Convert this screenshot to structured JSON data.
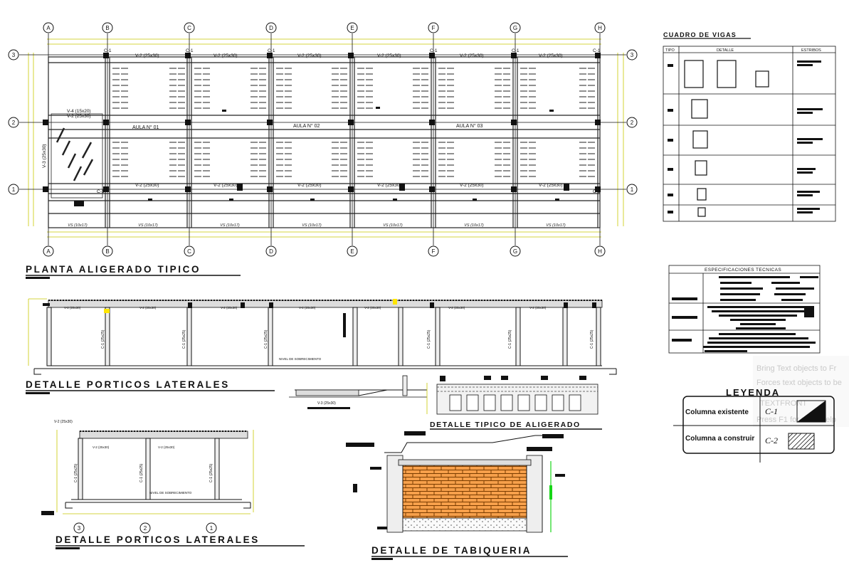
{
  "sheet_titles": {
    "plan": "PLANTA ALIGERADO TIPICO",
    "lateral_frames": "DETALLE PORTICOS LATERALES",
    "lateral_frames_2": "DETALLE PORTICOS LATERALES",
    "slab_detail": "DETALLE TIPICO DE ALIGERADO",
    "partition_detail": "DETALLE DE TABIQUERIA",
    "beam_schedule": "CUADRO DE VIGAS"
  },
  "grid": {
    "letters": [
      "A",
      "B",
      "C",
      "D",
      "E",
      "F",
      "G",
      "H"
    ],
    "numbers": [
      "3",
      "2",
      "1"
    ],
    "frame_axes": [
      "3",
      "2",
      "1"
    ]
  },
  "plan": {
    "rooms": [
      "AULA N° 01",
      "AULA N° 02",
      "AULA N° 03"
    ],
    "top_beam_label": "V-2 (25x30)",
    "bottom_beam_label": "V-2 (25x30)",
    "bottom_dim_labels": [
      "VS (10x17)",
      "VS (10x17)",
      "VS (10x17)",
      "VS (10x17)",
      "VS (10x17)",
      "VS (10x17)",
      "VS (10x17)"
    ],
    "column_tag": "C-1",
    "stair_beam_labels": [
      "V-4 (15x20)",
      "V-2 (25x30)"
    ],
    "left_beam_label": "V-3 (25x30)"
  },
  "frames": {
    "level_note": "NIVEL DE SOBRECIMIENTO",
    "column_note": "C-1 (25x25)",
    "beam_note": "V-2 (25x30)",
    "small_beam_note": "V-3 (25x30)",
    "small_top_note": "V-2 (25x30)"
  },
  "beam_schedule": {
    "headers": [
      "TIPO",
      "DETALLE",
      "ESTRIBOS"
    ]
  },
  "specs": {
    "title": "ESPECIFICACIONES TECNICAS"
  },
  "legend": {
    "title": "LEYENDA",
    "items": [
      {
        "label": "Columna existente",
        "code": "C-1"
      },
      {
        "label": "Columna a construir",
        "code": "C-2"
      }
    ]
  },
  "overlay_ghost_text": [
    "Bring Text objects to Fr",
    "Forces text objects to be",
    "TEXTFRONT",
    "Press F1 for more help"
  ]
}
